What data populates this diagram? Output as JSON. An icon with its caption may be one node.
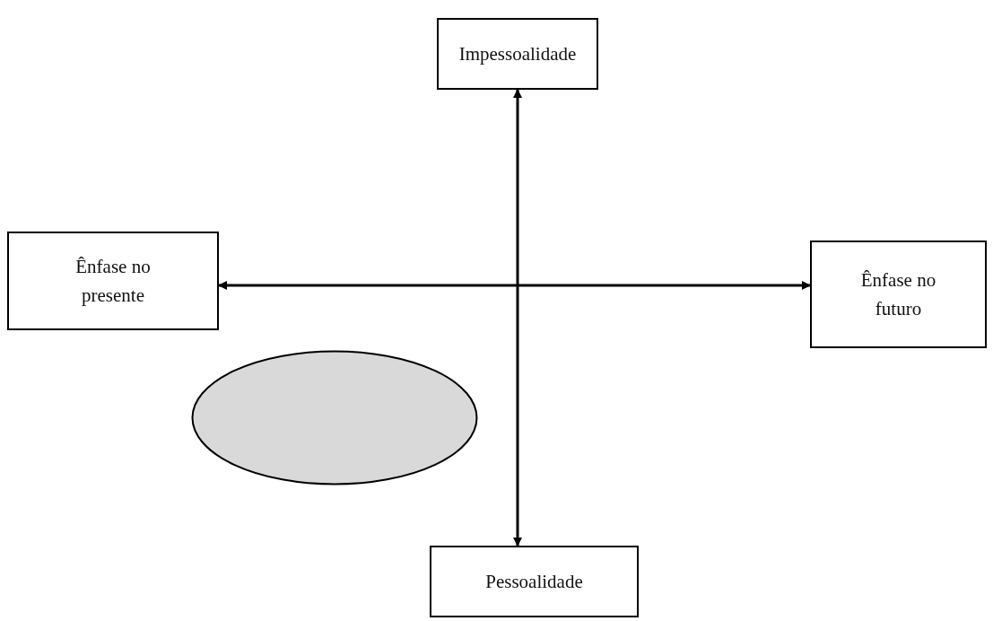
{
  "diagram": {
    "nodes": [
      {
        "text": [
          "Impessoalidade"
        ]
      },
      {
        "text": [
          "Ênfase no presente"
        ]
      },
      {
        "text": [
          "Ênfase no futuro"
        ]
      },
      {
        "text": [],
        "shape": "ellipse"
      },
      {
        "text": [
          "Pessoalidade"
        ]
      }
    ],
    "edges": [
      {
        "from": 0,
        "to": 4,
        "arrow": "both"
      },
      {
        "from": 1,
        "to": 2,
        "arrow": "both"
      }
    ]
  }
}
